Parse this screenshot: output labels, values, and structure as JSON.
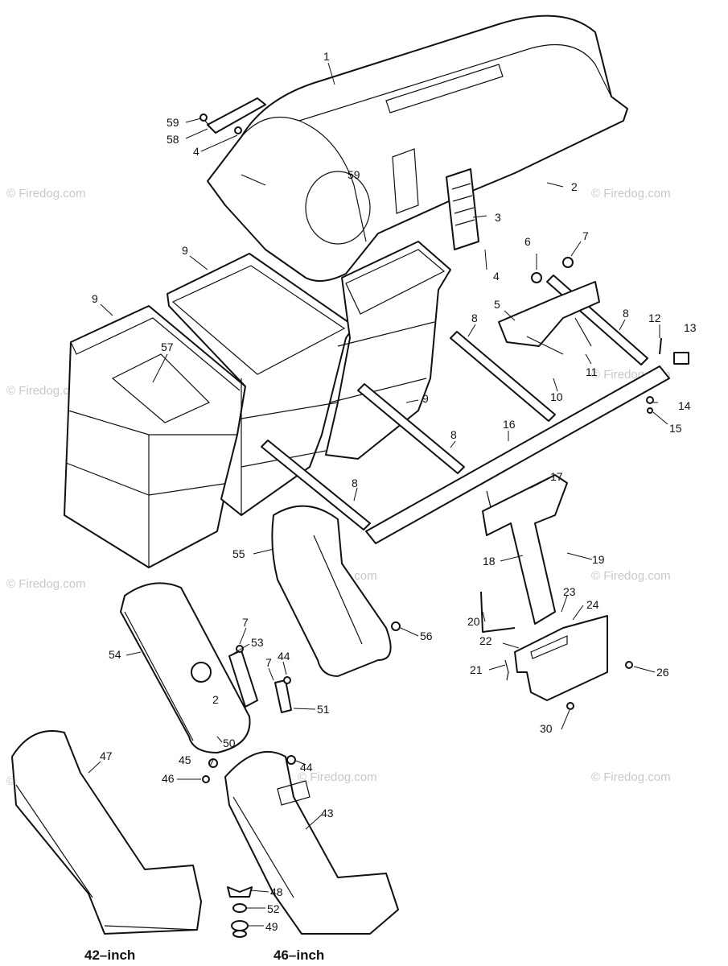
{
  "watermark": "© Firedog.com",
  "captions": {
    "left": "42–inch",
    "right": "46–inch"
  },
  "callouts": {
    "c1": "1",
    "c2a": "2",
    "c2b": "2",
    "c3": "3",
    "c4a": "4",
    "c4b": "4",
    "c5": "5",
    "c6": "6",
    "c7a": "7",
    "c7b": "7",
    "c7c": "7",
    "c8a": "8",
    "c8b": "8",
    "c8c": "8",
    "c8d": "8",
    "c9a": "9",
    "c9b": "9",
    "c9c": "9",
    "c10": "10",
    "c11": "11",
    "c12": "12",
    "c13": "13",
    "c14": "14",
    "c15": "15",
    "c16": "16",
    "c17": "17",
    "c18": "18",
    "c19": "19",
    "c20": "20",
    "c21": "21",
    "c22": "22",
    "c23": "23",
    "c24": "24",
    "c26": "26",
    "c30": "30",
    "c43": "43",
    "c44a": "44",
    "c44b": "44",
    "c45": "45",
    "c46": "46",
    "c47": "47",
    "c48": "48",
    "c49": "49",
    "c50": "50",
    "c51": "51",
    "c52": "52",
    "c53": "53",
    "c54": "54",
    "c55": "55",
    "c56": "56",
    "c57": "57",
    "c58": "58",
    "c59a": "59",
    "c59b": "59"
  }
}
